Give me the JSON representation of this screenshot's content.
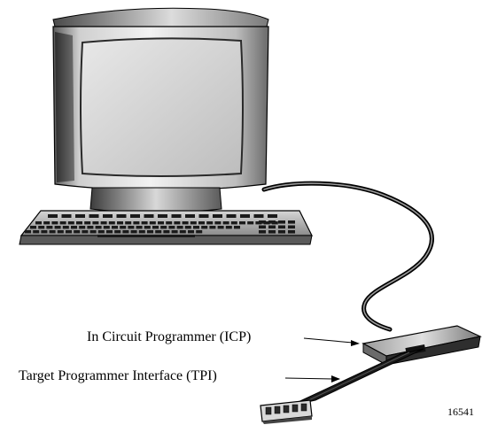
{
  "diagram": {
    "labels": {
      "icp": "In Circuit Programmer (ICP)",
      "tpi": "Target Programmer Interface (TPI)"
    },
    "figure_number": "16541",
    "components": [
      "monitor",
      "keyboard",
      "cable",
      "in-circuit-programmer",
      "ribbon-cable",
      "target-connector"
    ],
    "colors": {
      "ink": "#000000",
      "casing_light": "#e6e6e6",
      "casing_mid": "#a8a8a8",
      "casing_dark": "#3c3c3c",
      "screen": "#d2d2d2"
    }
  }
}
